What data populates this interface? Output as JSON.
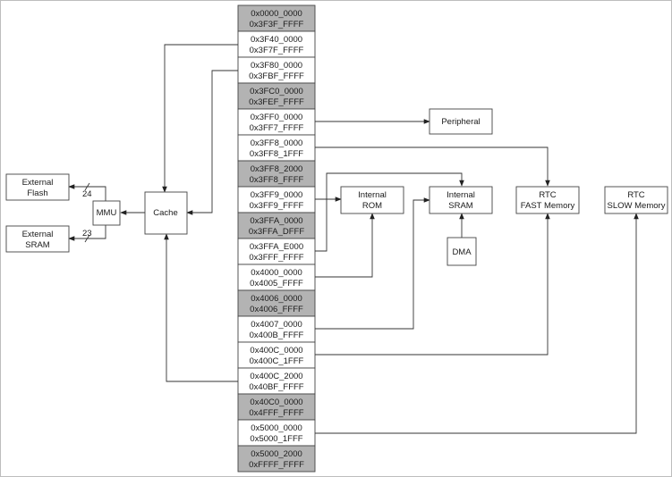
{
  "memory_map": [
    {
      "start": "0x0000_0000",
      "end": "0x3F3F_FFFF",
      "reserved": true
    },
    {
      "start": "0x3F40_0000",
      "end": "0x3F7F_FFFF",
      "reserved": false
    },
    {
      "start": "0x3F80_0000",
      "end": "0x3FBF_FFFF",
      "reserved": false
    },
    {
      "start": "0x3FC0_0000",
      "end": "0x3FEF_FFFF",
      "reserved": true
    },
    {
      "start": "0x3FF0_0000",
      "end": "0x3FF7_FFFF",
      "reserved": false
    },
    {
      "start": "0x3FF8_0000",
      "end": "0x3FF8_1FFF",
      "reserved": false
    },
    {
      "start": "0x3FF8_2000",
      "end": "0x3FF8_FFFF",
      "reserved": true
    },
    {
      "start": "0x3FF9_0000",
      "end": "0x3FF9_FFFF",
      "reserved": false
    },
    {
      "start": "0x3FFA_0000",
      "end": "0x3FFA_DFFF",
      "reserved": true
    },
    {
      "start": "0x3FFA_E000",
      "end": "0x3FFF_FFFF",
      "reserved": false
    },
    {
      "start": "0x4000_0000",
      "end": "0x4005_FFFF",
      "reserved": false
    },
    {
      "start": "0x4006_0000",
      "end": "0x4006_FFFF",
      "reserved": true
    },
    {
      "start": "0x4007_0000",
      "end": "0x400B_FFFF",
      "reserved": false
    },
    {
      "start": "0x400C_0000",
      "end": "0x400C_1FFF",
      "reserved": false
    },
    {
      "start": "0x400C_2000",
      "end": "0x40BF_FFFF",
      "reserved": false
    },
    {
      "start": "0x40C0_0000",
      "end": "0x4FFF_FFFF",
      "reserved": true
    },
    {
      "start": "0x5000_0000",
      "end": "0x5000_1FFF",
      "reserved": false
    },
    {
      "start": "0x5000_2000",
      "end": "0xFFFF_FFFF",
      "reserved": true
    }
  ],
  "blocks": {
    "external_flash": {
      "line1": "External",
      "line2": "Flash"
    },
    "external_sram": {
      "line1": "External",
      "line2": "SRAM"
    },
    "mmu": {
      "label": "MMU"
    },
    "cache": {
      "label": "Cache"
    },
    "peripheral": {
      "label": "Peripheral"
    },
    "internal_rom": {
      "line1": "Internal",
      "line2": "ROM"
    },
    "internal_sram": {
      "line1": "Internal",
      "line2": "SRAM"
    },
    "dma": {
      "label": "DMA"
    },
    "rtc_fast": {
      "line1": "RTC",
      "line2": "FAST Memory"
    },
    "rtc_slow": {
      "line1": "RTC",
      "line2": "SLOW Memory"
    }
  },
  "bus_widths": {
    "flash": "24",
    "sram": "23"
  },
  "colors": {
    "reserved_fill": "#b3b3b3",
    "line": "#333333",
    "box_stroke": "#444444"
  }
}
